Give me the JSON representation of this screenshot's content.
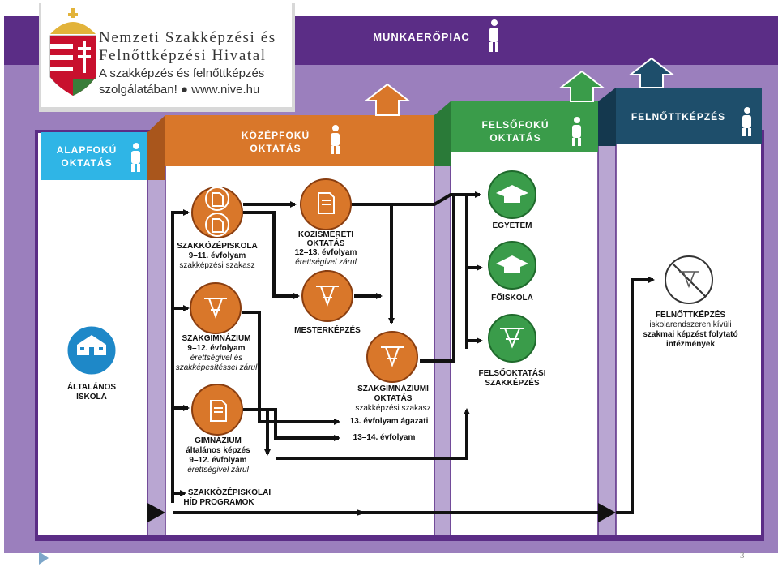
{
  "header": {
    "org_line1": "Nemzeti Szakképzési és",
    "org_line2": "Felnőttképzési Hivatal",
    "tagline1": "A szakképzés és felnőttképzés",
    "tagline2": "szolgálatában! ● www.nive.hu",
    "labor_market": "MUNKAERŐPIAC"
  },
  "sections": {
    "alapfoku1": "ALAPFOKÚ",
    "alapfoku2": "OKTATÁS",
    "kozepfoku1": "KÖZÉPFOKÚ",
    "kozepfoku2": "OKTATÁS",
    "felsofoku1": "FELSŐFOKÚ",
    "felsofoku2": "OKTATÁS",
    "felnottkepzes": "FELNŐTTKÉPZÉS"
  },
  "nodes": {
    "altalanos1": "ÁLTALÁNOS",
    "altalanos2": "ISKOLA",
    "szakkozep1": "SZAKKÖZÉPISKOLA",
    "szakkozep2": "9–11. évfolyam",
    "szakkozep3": "szakképzési szakasz",
    "kozism1": "KÖZISMERETI",
    "kozism2": "OKTATÁS",
    "kozism3": "12–13. évfolyam",
    "kozism4": "érettségivel zárul",
    "szakgim1": "SZAKGIMNÁZIUM",
    "szakgim2": "9–12. évfolyam",
    "szakgim3": "érettségivel és",
    "szakgim4": "szakképesítéssel zárul",
    "mester": "MESTERKÉPZÉS",
    "szgo1": "SZAKGIMNÁZIUMI",
    "szgo2": "OKTATÁS",
    "szgo3": "szakképzési szakasz",
    "evf13": "13. évfolyam ágazati",
    "evf1314": "13–14. évfolyam",
    "gim1": "GIMNÁZIUM",
    "gim2": "általános képzés",
    "gim3": "9–12. évfolyam",
    "gim4": "érettségivel zárul",
    "hid1": "SZAKKÖZÉPISKOLAI",
    "hid2": "HÍD PROGRAMOK",
    "egyetem": "EGYETEM",
    "foiskola": "FŐISKOLA",
    "fszk1": "FELSŐOKTATÁSI",
    "fszk2": "SZAKKÉPZÉS",
    "fk1": "FELNŐTTKÉPZÉS",
    "fk2": "iskolarendszeren kívüli",
    "fk3": "szakmai képzést folytató",
    "fk4": "intézmények"
  },
  "slide_number": "3",
  "colors": {
    "purple": "#5b2d86",
    "lavender": "#9b7fbd",
    "cyan": "#2fb5e6",
    "orange": "#d9772a",
    "green": "#3a9c4a",
    "navy": "#1e4e6b",
    "blue_circle": "#1e88c8"
  }
}
